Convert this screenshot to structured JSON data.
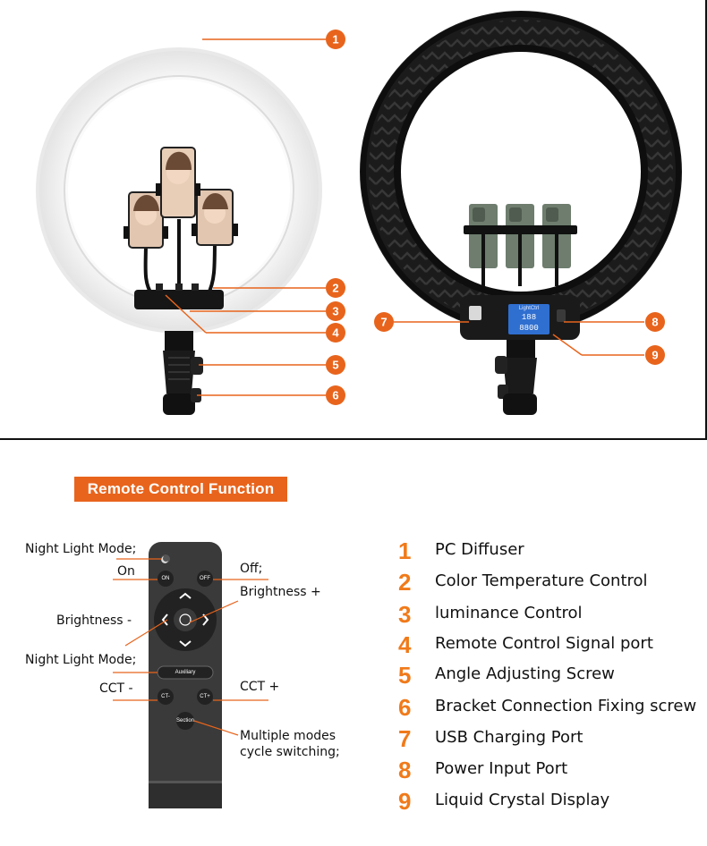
{
  "callouts": [
    "1",
    "2",
    "3",
    "4",
    "5",
    "6",
    "7",
    "8",
    "9"
  ],
  "lcd": {
    "title": "LightCtrl",
    "line1": "188",
    "line2": "8800"
  },
  "remote_section": {
    "title": "Remote Control Function",
    "labels": {
      "night_light_top": "Night Light Mode;",
      "on": "On",
      "off": "Off;",
      "brightness_plus": "Brightness +",
      "brightness_minus": "Brightness -",
      "night_light_bottom": "Night Light Mode;",
      "cct_minus": "CCT -",
      "cct_plus": "CCT +",
      "modes_line1": "Multiple modes",
      "modes_line2": "cycle switching;"
    },
    "buttons": {
      "on": "ON",
      "off": "OFF",
      "auxiliary": "Auxiliary",
      "ct_minus": "CT-",
      "ct_plus": "CT+",
      "section": "Section"
    }
  },
  "legend": [
    {
      "num": "1",
      "text": "PC Diffuser"
    },
    {
      "num": "2",
      "text": "Color Temperature Control"
    },
    {
      "num": "3",
      "text": "luminance Control"
    },
    {
      "num": "4",
      "text": "Remote Control Signal port"
    },
    {
      "num": "5",
      "text": "Angle Adjusting Screw"
    },
    {
      "num": "6",
      "text": "Bracket Connection Fixing screw"
    },
    {
      "num": "7",
      "text": "USB Charging Port"
    },
    {
      "num": "8",
      "text": "Power Input Port"
    },
    {
      "num": "9",
      "text": "Liquid Crystal Display"
    }
  ],
  "colors": {
    "accent": "#e8641c",
    "legend_number": "#f07a1a",
    "ring_dark": "#1b1b1b",
    "remote_body": "#3a3a3a"
  }
}
